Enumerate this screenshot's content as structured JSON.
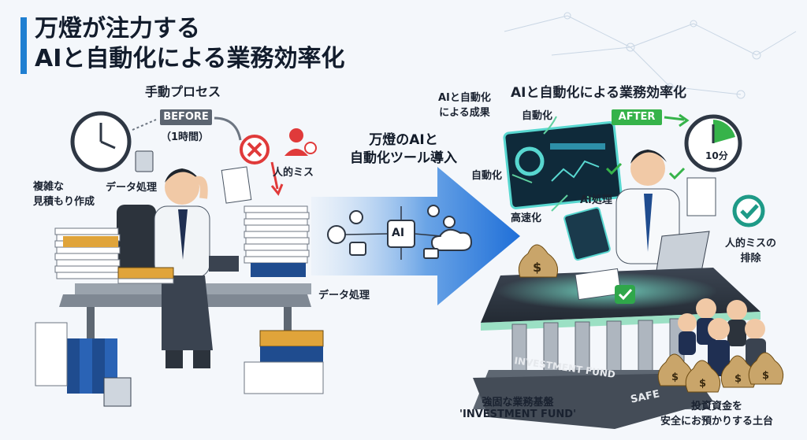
{
  "title": {
    "line1": "万燈が注力する",
    "line2": "AIと自動化による業務効率化"
  },
  "left": {
    "heading": "手動プロセス",
    "before_tag": "BEFORE",
    "before_time": "（1時間）",
    "label_complex_quote_1": "複雑な",
    "label_complex_quote_2": "見積もり作成",
    "label_data_processing_top": "データ処理",
    "label_human_error": "人的ミス",
    "label_data_processing_bottom": "データ処理"
  },
  "center": {
    "intro_line1": "万燈のAIと",
    "intro_line2": "自動化ツール導入",
    "ai_chip": "AI"
  },
  "right": {
    "heading": "AIと自動化による業務効率化",
    "results_line1": "AIと自動化",
    "results_line2": "による成果",
    "label_automation_1": "自動化",
    "label_automation_2": "自動化",
    "label_ai_processing": "AI処理",
    "label_speed_up": "高速化",
    "after_tag": "AFTER",
    "after_time": "10分",
    "label_error_removal_1": "人的ミスの",
    "label_error_removal_2": "排除",
    "building_sign": "INVESTMENT FUND",
    "safe_sign": "SAFE",
    "label_foundation_1": "強固な業務基盤",
    "label_foundation_2": "'INVESTMENT FUND'",
    "label_funds_1": "投資資金を",
    "label_funds_2": "安全にお預かりする土台"
  },
  "colors": {
    "accent_blue": "#1f7fd1",
    "after_green": "#36b34a",
    "error_red": "#e03a3a",
    "desk_gray": "#9aa3ad"
  }
}
